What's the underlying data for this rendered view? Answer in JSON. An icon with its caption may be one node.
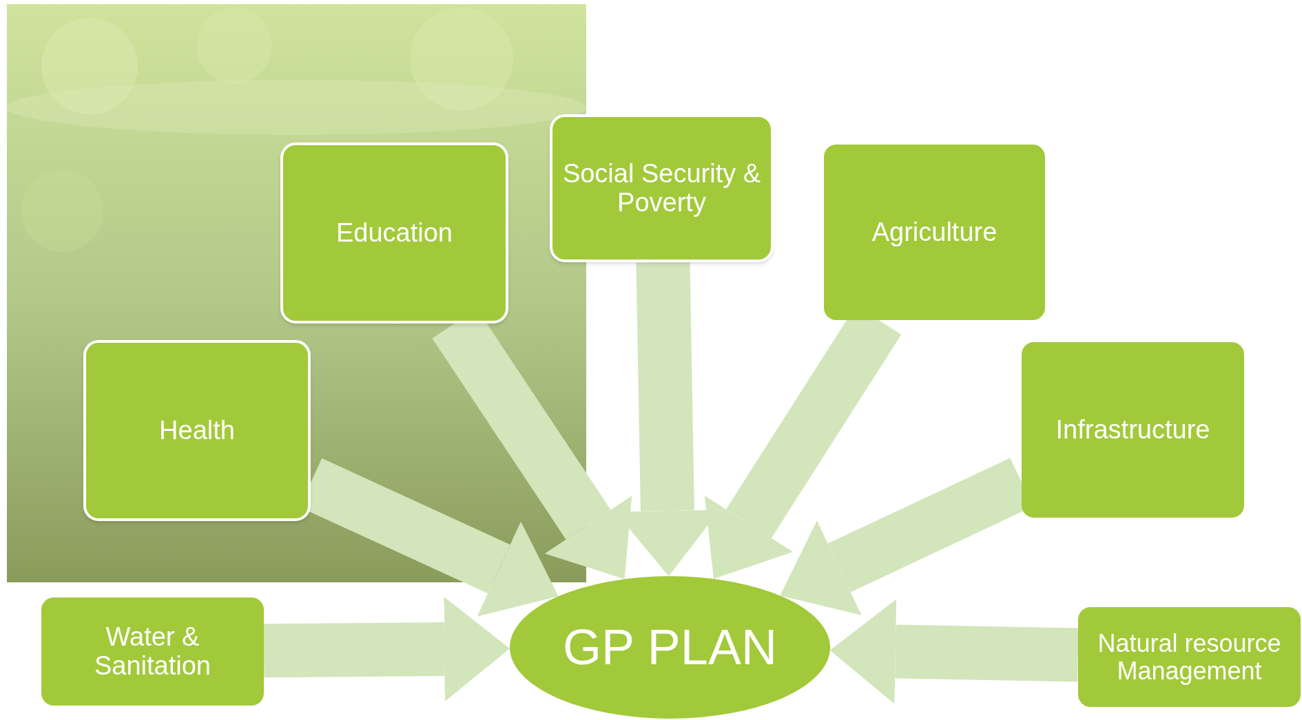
{
  "diagram": {
    "nodes": [
      {
        "text": [
          "Education"
        ]
      },
      {
        "text": [
          "Social Security & Poverty"
        ]
      },
      {
        "text": [
          "Agriculture"
        ]
      },
      {
        "text": [
          "Health"
        ]
      },
      {
        "text": [
          "Infrastructure"
        ]
      },
      {
        "text": [
          "Water & Sanitation"
        ]
      },
      {
        "text": [
          "GP PLAN"
        ]
      },
      {
        "text": [
          "Natural resource Management"
        ]
      }
    ],
    "edges": [
      {
        "from": 0,
        "to": 6,
        "arrow": "to"
      },
      {
        "from": 1,
        "to": 6,
        "arrow": "to"
      },
      {
        "from": 2,
        "to": 6,
        "arrow": "to"
      },
      {
        "from": 3,
        "to": 6,
        "arrow": "to"
      },
      {
        "from": 4,
        "to": 6,
        "arrow": "to"
      },
      {
        "from": 5,
        "to": 6,
        "arrow": "to"
      },
      {
        "from": 7,
        "to": 6,
        "arrow": "to"
      }
    ]
  }
}
